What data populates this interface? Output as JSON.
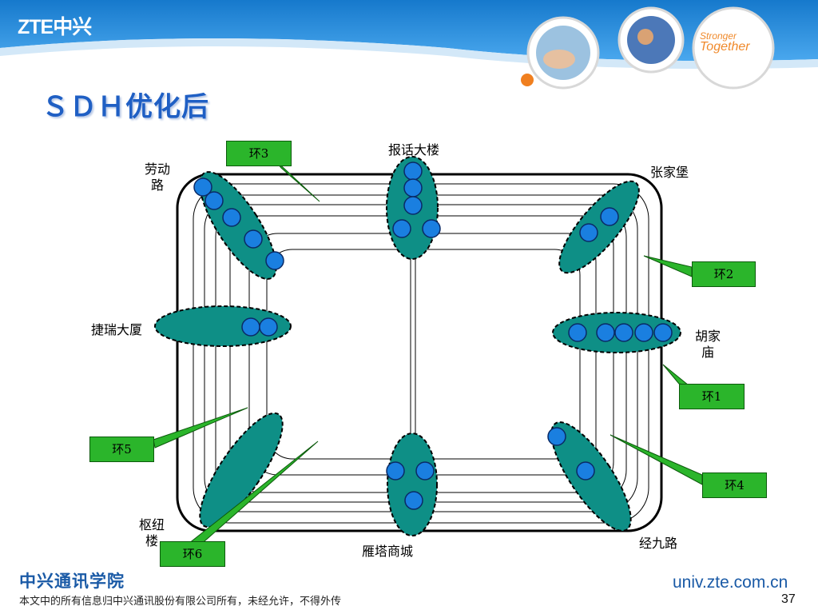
{
  "header": {
    "logo_text": "ZTE中兴",
    "slogan_line1": "Stronger",
    "slogan_line2": "Together",
    "colors": {
      "banner": "#1c86d6",
      "slogan": "#f08a2c",
      "dot": "#f07f1f"
    }
  },
  "slide": {
    "title": "ＳＤＨ优化后",
    "page_number": "37"
  },
  "diagram": {
    "colors": {
      "node_fill": "#1a7fe0",
      "cluster_fill": "#0e8f86",
      "ring_label_fill": "#2bb52b"
    },
    "sites": [
      {
        "id": "baohua",
        "name": "报话大楼"
      },
      {
        "id": "laodong",
        "name": "劳动路"
      },
      {
        "id": "zhangjiabao",
        "name": "张家堡"
      },
      {
        "id": "jierui",
        "name": "捷瑞大厦"
      },
      {
        "id": "hujiamiao",
        "name": "胡家庙"
      },
      {
        "id": "shuniu",
        "name": "枢纽楼"
      },
      {
        "id": "yanta",
        "name": "雁塔商城"
      },
      {
        "id": "jingjiu",
        "name": "经九路"
      }
    ],
    "rings": [
      {
        "id": "ring1",
        "label": "环1"
      },
      {
        "id": "ring2",
        "label": "环2"
      },
      {
        "id": "ring3",
        "label": "环3"
      },
      {
        "id": "ring4",
        "label": "环4"
      },
      {
        "id": "ring5",
        "label": "环5"
      },
      {
        "id": "ring6",
        "label": "环6"
      }
    ]
  },
  "footer": {
    "school": "中兴通讯学院",
    "copyright": "本文中的所有信息归中兴通讯股份有限公司所有，未经允许，不得外传",
    "website": "univ.zte.com.cn"
  }
}
